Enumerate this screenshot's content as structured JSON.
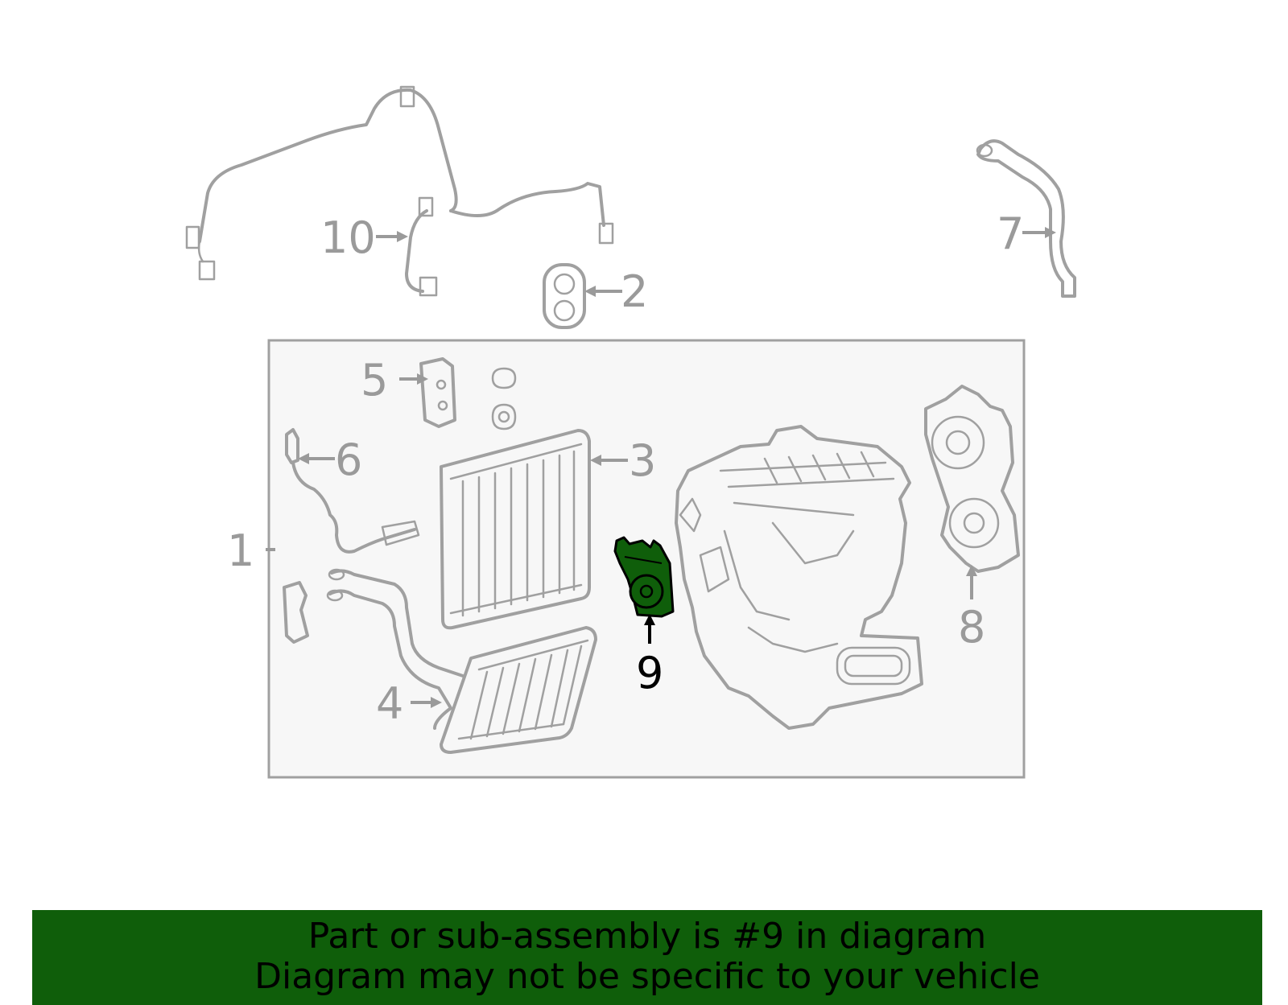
{
  "callouts": {
    "c1": "1",
    "c2": "2",
    "c3": "3",
    "c4": "4",
    "c5": "5",
    "c6": "6",
    "c7": "7",
    "c8": "8",
    "c9": "9",
    "c10": "10"
  },
  "highlight_color": "#0f5e0a",
  "banner": {
    "line1": "Part or sub-assembly is #9 in diagram",
    "line2": "Diagram may not be specific to your vehicle"
  }
}
